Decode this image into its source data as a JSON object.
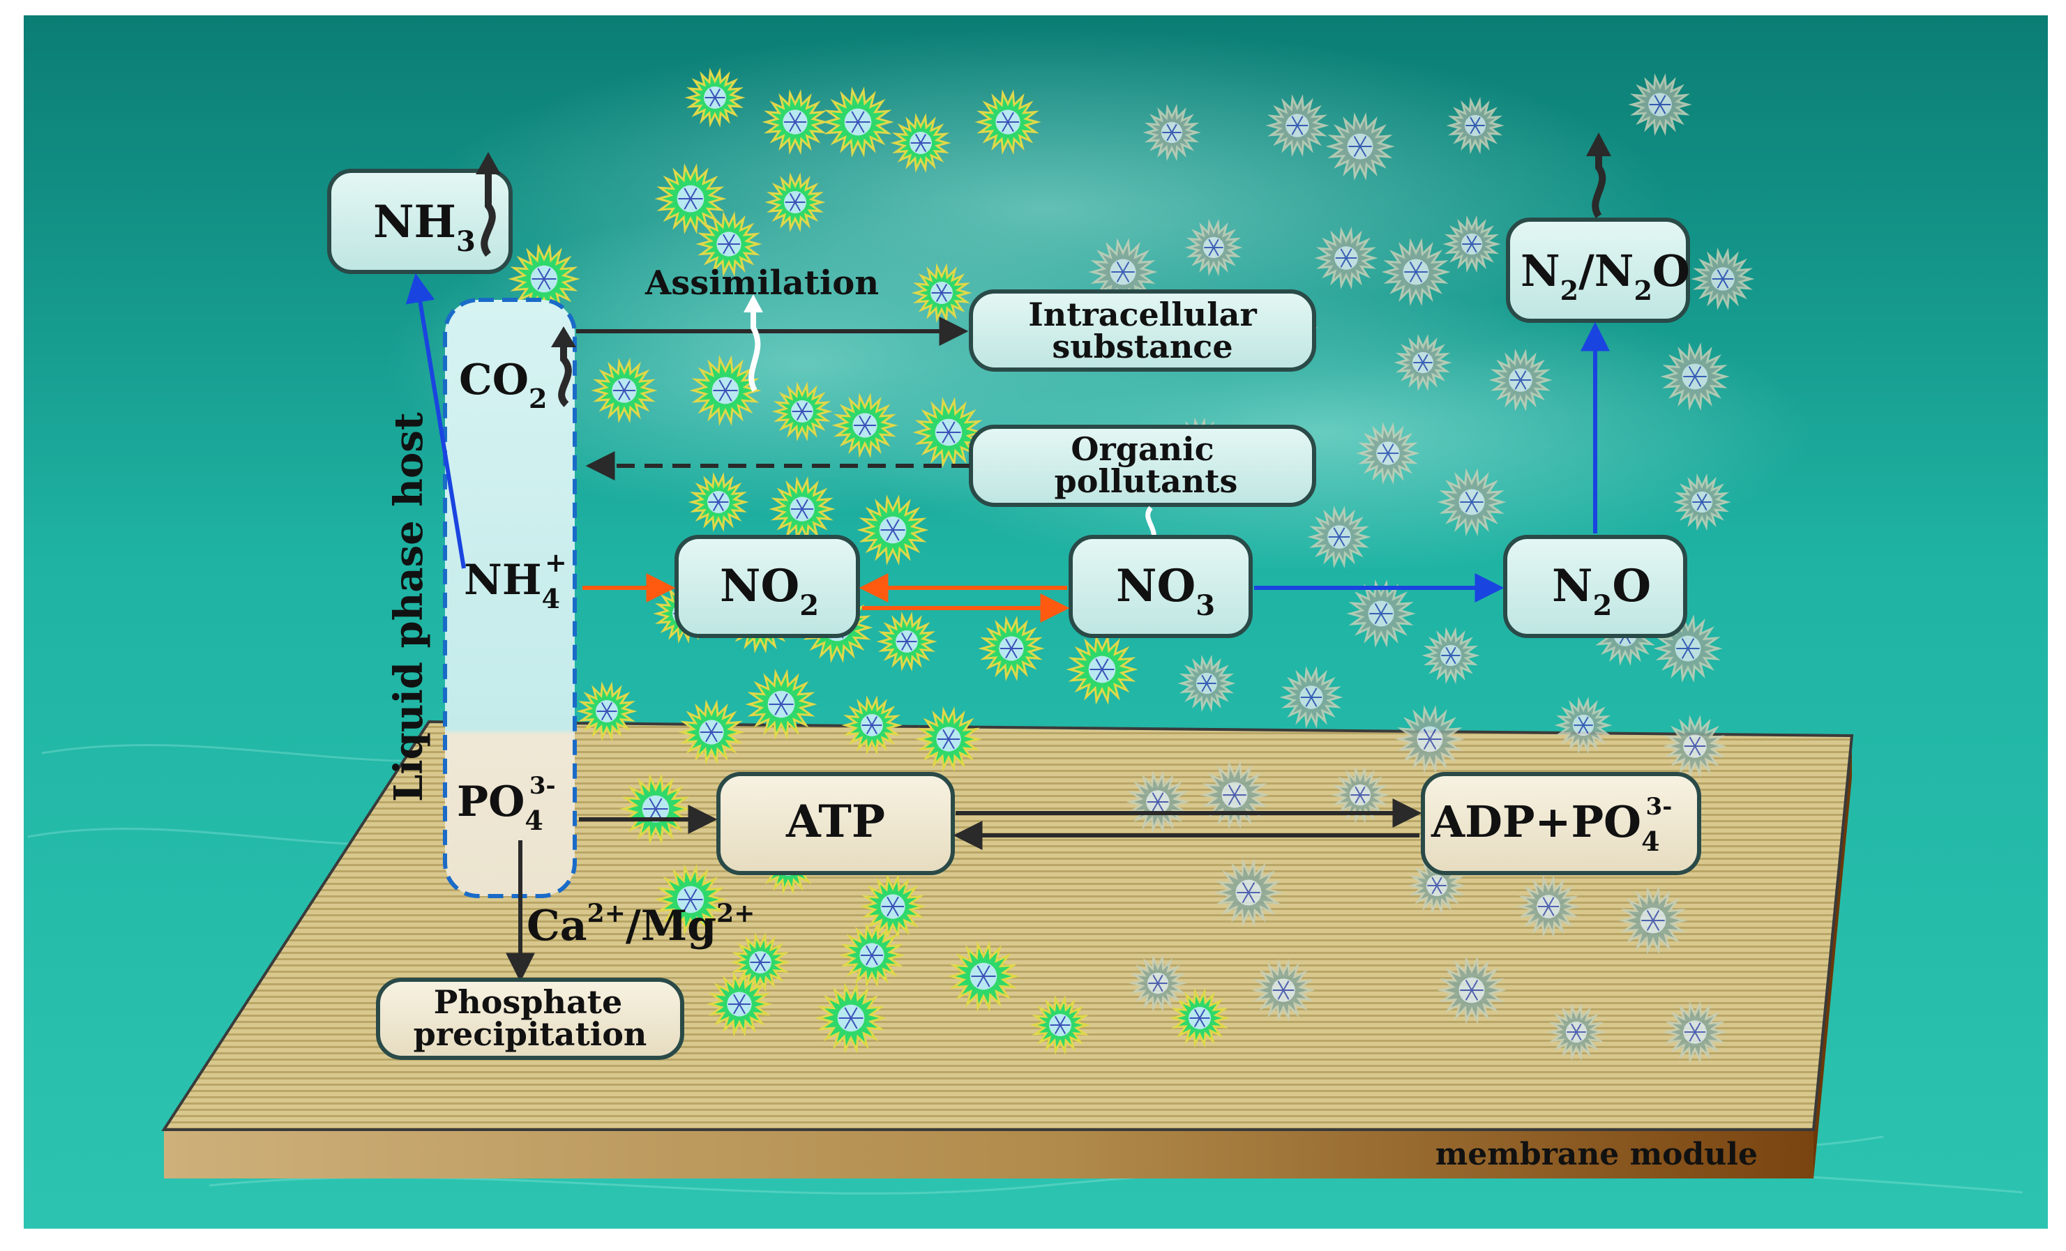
{
  "labels": {
    "nh3_main": "NH",
    "nh3_sub": "3",
    "co2_main": "CO",
    "co2_sub": "2",
    "nh4_main": "NH",
    "nh4_sub": "4",
    "nh4_sup": "+",
    "po4_main": "PO",
    "po4_sub": "4",
    "po4_sup": "3-",
    "liquid_phase_host": "Liquid phase host",
    "assimilation": "Assimilation",
    "intracellular_line1": "Intracellular",
    "intracellular_line2": "substance",
    "organic_line1": "Organic",
    "organic_line2": "pollutants",
    "no2_main": "NO",
    "no2_sub": "2",
    "no3_main": "NO",
    "no3_sub": "3",
    "n2o_main": "N",
    "n2o_sub": "2",
    "n2o_tail": "O",
    "n2n2o_a": "N",
    "n2n2o_a_sub": "2",
    "n2n2o_b": "/N",
    "n2n2o_b_sub": "2",
    "n2n2o_c": "O",
    "atp": "ATP",
    "adp_main": "ADP+PO",
    "adp_sub": "4",
    "adp_sup": "3-",
    "ca_main": "Ca",
    "ca_sup": "2+",
    "mg_main": "/Mg",
    "mg_sup": "2+",
    "phosphate_line1": "Phosphate",
    "phosphate_line2": "precipitation",
    "membrane_module": "membrane module"
  },
  "colors": {
    "water_dark": "#0e8a80",
    "water_light": "#4fe0cc",
    "membrane_top": "#d6c48a",
    "membrane_stripe": "#b8a565",
    "membrane_side_left": "#c8a86a",
    "membrane_side_right": "#8a4e12",
    "box_fill": "#cdeeec",
    "box_stroke": "#2a4a48",
    "arrow_black": "#2a2a2a",
    "arrow_blue": "#1a44e0",
    "arrow_orange": "#ff5a10",
    "host_dash": "#1a6bc8",
    "bacteria_green": "#2fd86a",
    "bacteria_gray": "#8aa89a"
  },
  "icons": [
    "bacteria-cluster-icon",
    "gas-release-icon"
  ]
}
